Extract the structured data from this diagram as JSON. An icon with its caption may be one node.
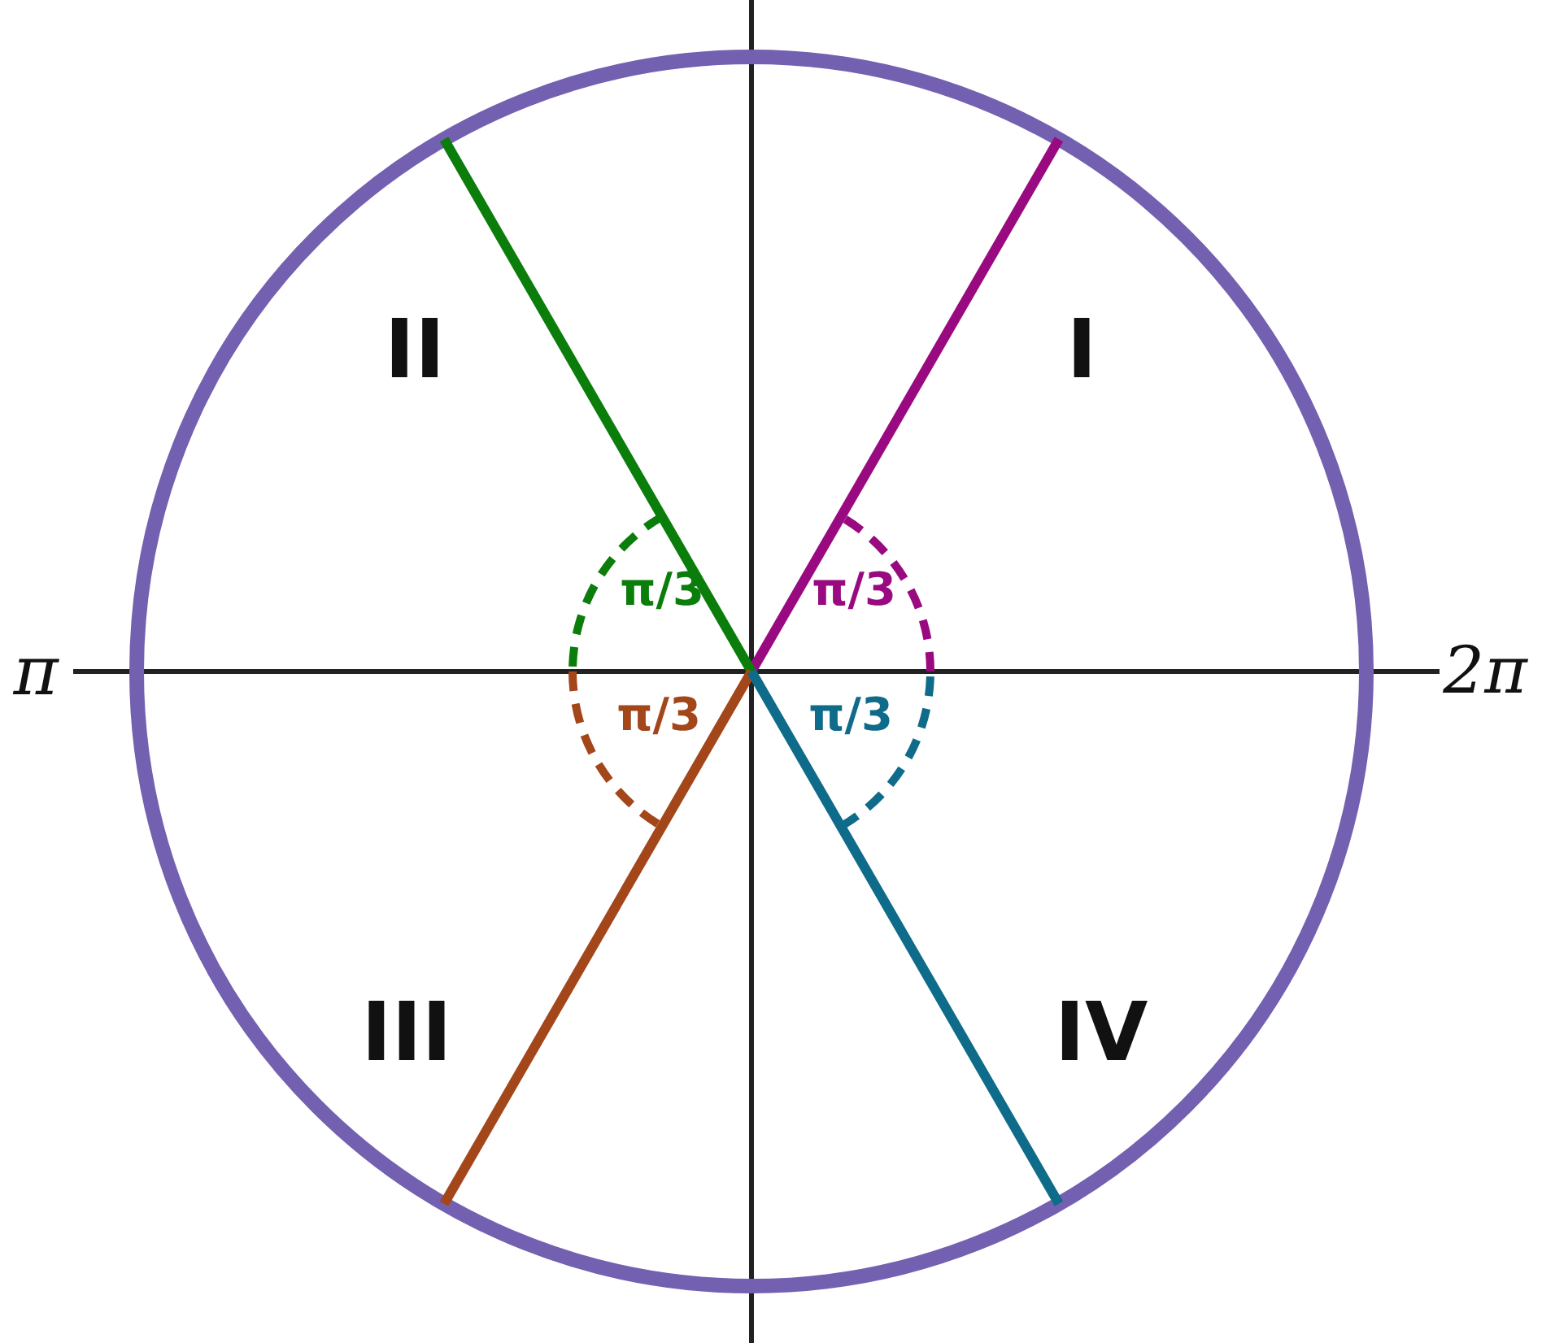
{
  "diagram": {
    "labels": [
      "II",
      "I",
      "π",
      "π/3",
      "π/3",
      "2π",
      "π/3",
      "π/3",
      "III",
      "IV"
    ]
  }
}
